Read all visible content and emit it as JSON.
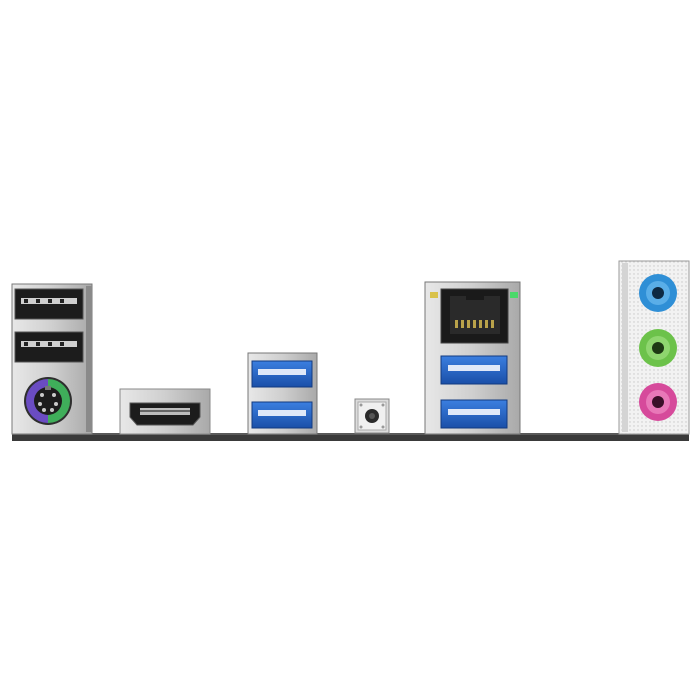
{
  "image": {
    "subject": "motherboard-rear-io-panel",
    "colors": {
      "background": "#ffffff",
      "pcb": "#3a3a3a",
      "metal": "#c9c9c9",
      "metal_dark": "#8a8a8a",
      "usb2_insert": "#1c1c1c",
      "usb3_insert": "#1f5fc4",
      "ps2_purple": "#6a4cc2",
      "ps2_green": "#3fae5a",
      "audio_blue": "#2f8fd6",
      "audio_green": "#6cc24a",
      "audio_pink": "#d64a9b"
    },
    "ports": [
      {
        "name": "usb2-top",
        "kind": "usb2",
        "icon": "usb-a-port-icon"
      },
      {
        "name": "usb2-bottom",
        "kind": "usb2",
        "icon": "usb-a-port-icon"
      },
      {
        "name": "ps2-combo",
        "kind": "ps2",
        "icon": "ps2-port-icon"
      },
      {
        "name": "hdmi",
        "kind": "hdmi",
        "icon": "hdmi-port-icon"
      },
      {
        "name": "usb3-left-top",
        "kind": "usb3",
        "icon": "usb-a-port-icon"
      },
      {
        "name": "usb3-left-bottom",
        "kind": "usb3",
        "icon": "usb-a-port-icon"
      },
      {
        "name": "bios-button",
        "kind": "button",
        "icon": "push-button-icon"
      },
      {
        "name": "rj45-lan",
        "kind": "ethernet",
        "icon": "ethernet-port-icon"
      },
      {
        "name": "usb3-right-top",
        "kind": "usb3",
        "icon": "usb-a-port-icon"
      },
      {
        "name": "usb3-right-bottom",
        "kind": "usb3",
        "icon": "usb-a-port-icon"
      },
      {
        "name": "audio-line-in",
        "kind": "audio",
        "icon": "audio-jack-icon"
      },
      {
        "name": "audio-line-out",
        "kind": "audio",
        "icon": "audio-jack-icon"
      },
      {
        "name": "audio-mic",
        "kind": "audio",
        "icon": "audio-jack-icon"
      }
    ]
  }
}
